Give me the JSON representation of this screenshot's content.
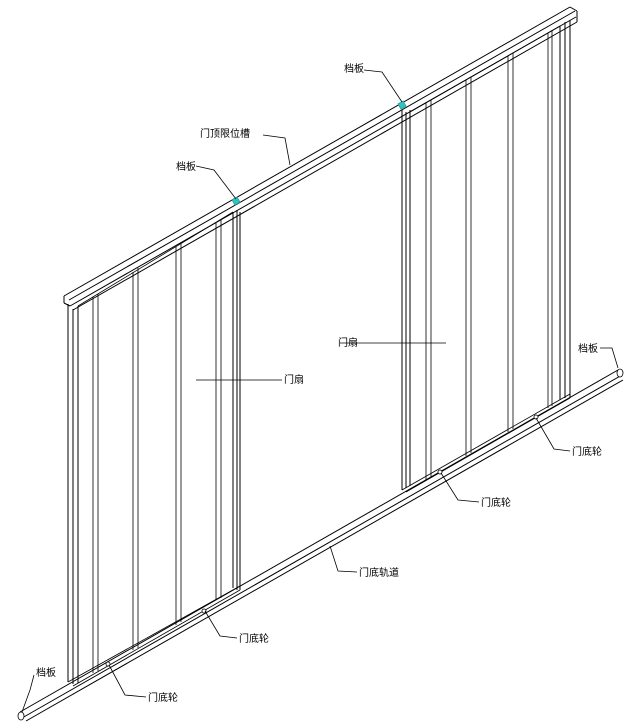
{
  "labels": {
    "stop_top_right": "档板",
    "top_rail": "门顶限位槽",
    "stop_top_left": "档板",
    "panel_right": "门扇",
    "stop_bottom_right": "档板",
    "panel_left": "门扇",
    "wheel_right_1": "门底轮",
    "wheel_right_2": "门底轮",
    "bottom_track": "门底轨道",
    "wheel_left_1": "门底轮",
    "stop_bottom_left": "档板",
    "wheel_left_2": "门底轮"
  },
  "colors": {
    "line": "#000000",
    "stop_marker": "#2ec4c4",
    "background": "#ffffff"
  }
}
